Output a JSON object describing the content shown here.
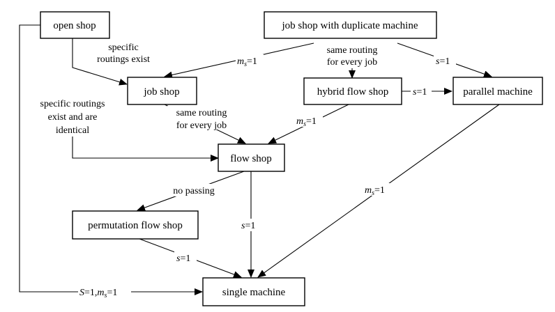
{
  "nodes": {
    "open_shop": "open shop",
    "job_shop_dup": "job shop with duplicate machine",
    "job_shop": "job shop",
    "hybrid_flow_shop": "hybrid flow shop",
    "parallel_machine": "parallel machine",
    "flow_shop": "flow shop",
    "permutation_flow_shop": "permutation flow shop",
    "single_machine": "single machine"
  },
  "edge_labels": {
    "specific_routings_exist": [
      "specific",
      "routings exist"
    ],
    "specific_routings_identical": [
      "specific routings",
      "exist and are",
      "identical"
    ],
    "same_routing_top": [
      "same routing",
      "for every job"
    ],
    "same_routing_jobshop": [
      "same routing",
      "for every job"
    ],
    "no_passing": "no passing",
    "s_var": "s",
    "ms_var": "m",
    "ms_sub": "s",
    "eq_one": "=1",
    "S_var": "S",
    "S_eq": "=1,"
  }
}
